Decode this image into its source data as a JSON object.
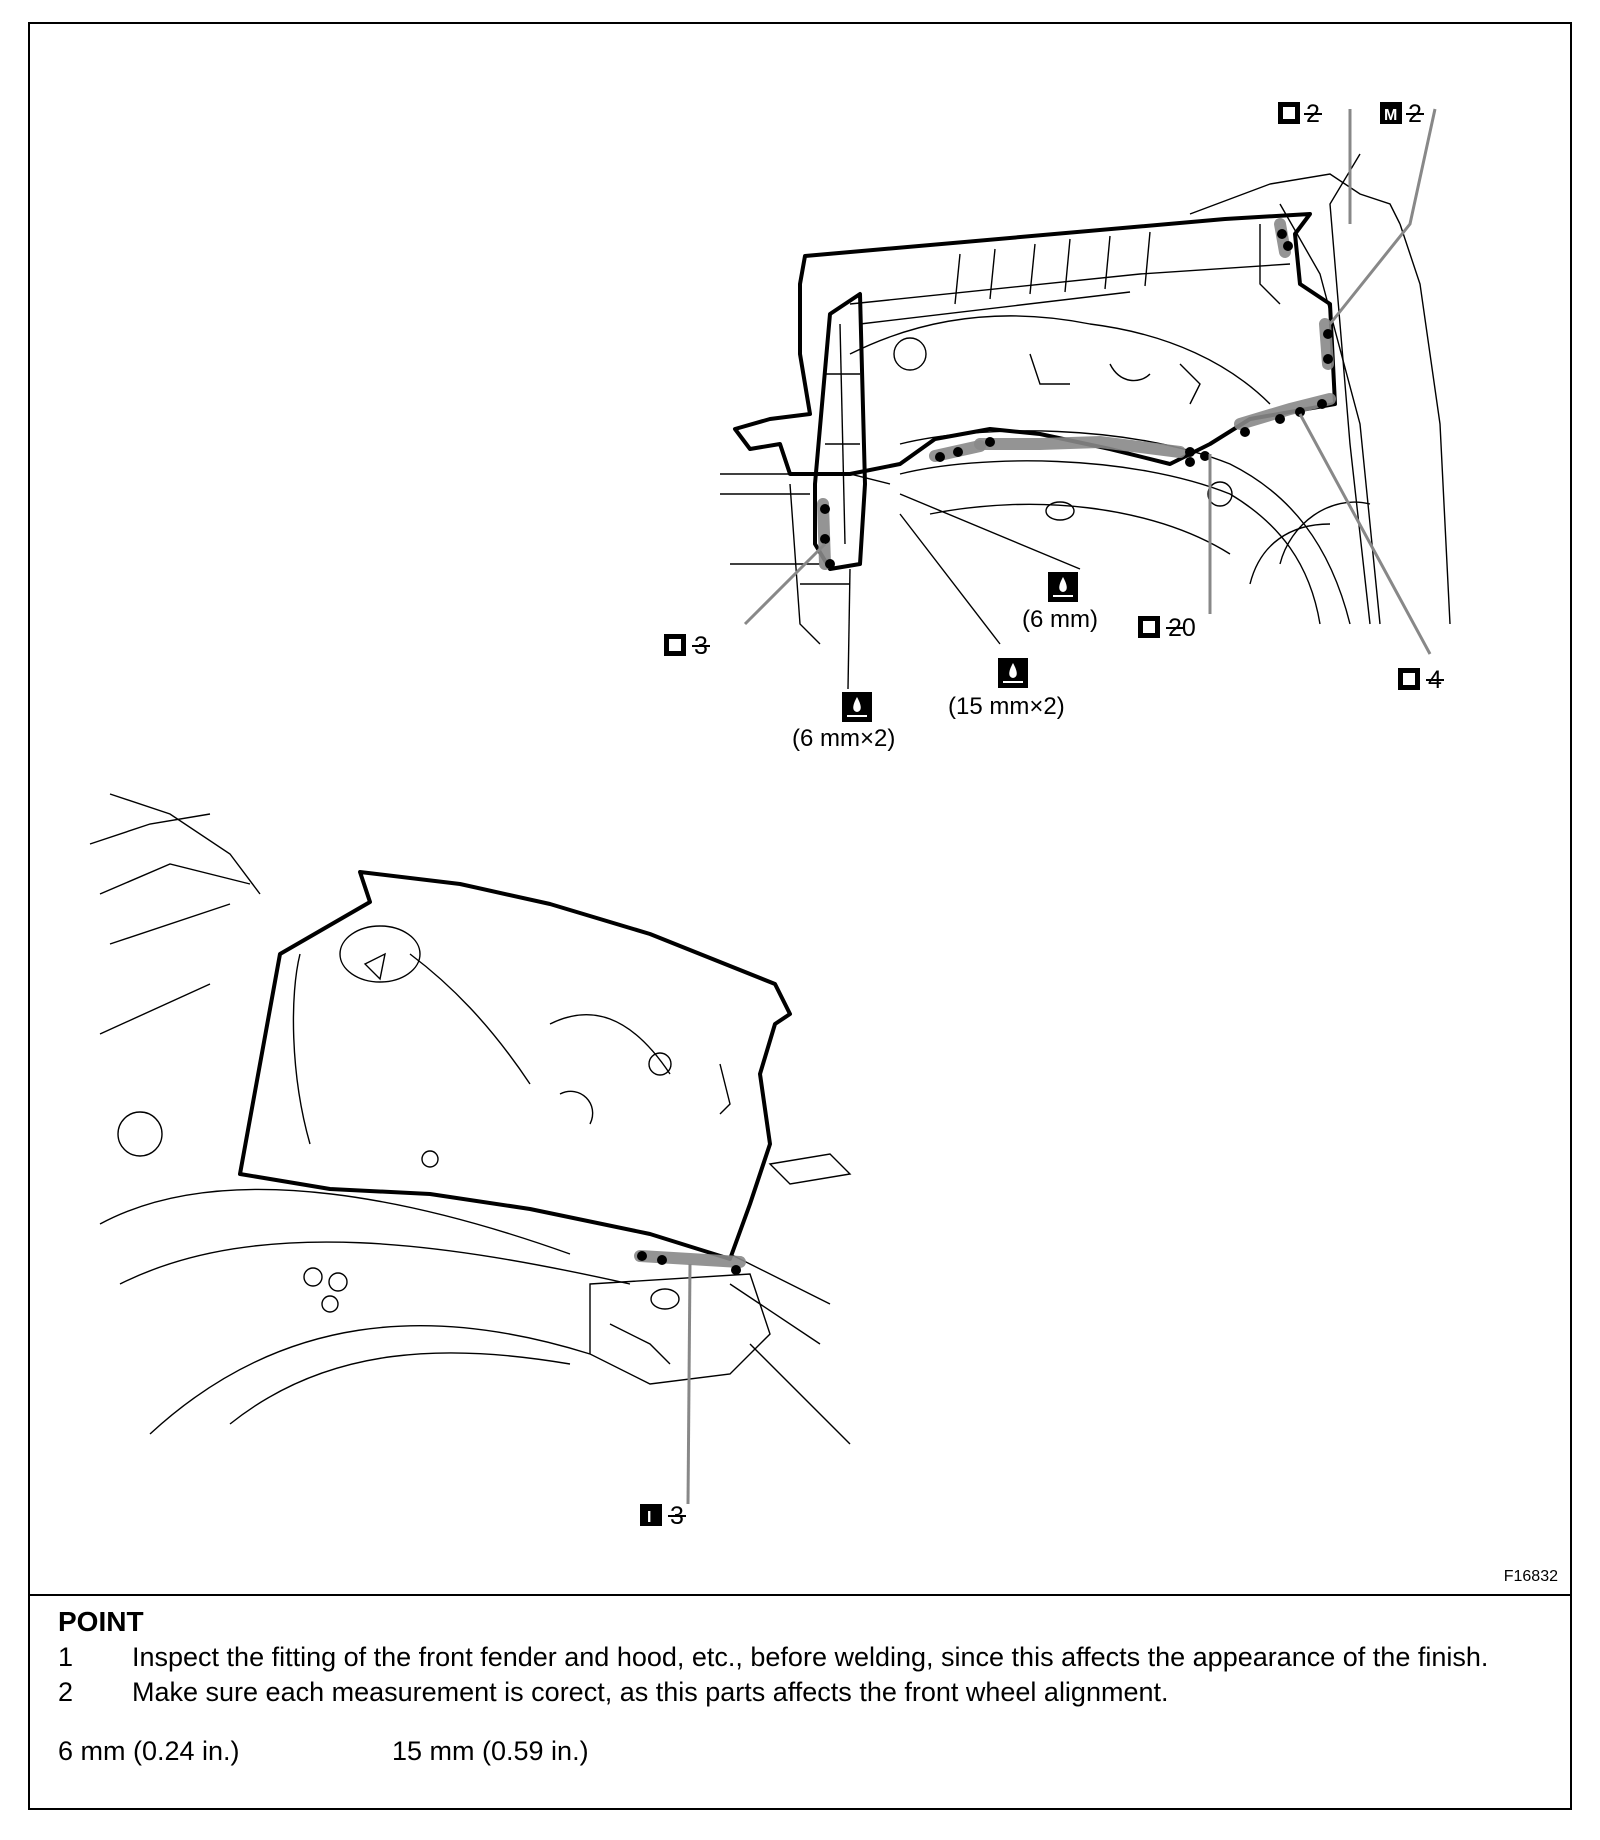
{
  "figure": {
    "code": "F16832",
    "callouts": {
      "o2": {
        "symbol": "O",
        "value": "2"
      },
      "m2": {
        "symbol": "M",
        "value": "2"
      },
      "o3": {
        "symbol": "O",
        "value": "3"
      },
      "o20": {
        "symbol": "O",
        "value": "20"
      },
      "o4": {
        "symbol": "O",
        "value": "4"
      },
      "i3": {
        "symbol": "I",
        "value": "3"
      }
    },
    "sealer_labels": {
      "a": "(6 mm)",
      "b": "(15 mm×2)",
      "c": "(6 mm×2)"
    }
  },
  "notes": {
    "title": "POINT",
    "items": [
      {
        "num": "1",
        "text": "Inspect the fitting of the front fender and hood, etc., before welding, since this affects the appearance of the finish."
      },
      {
        "num": "2",
        "text": "Make sure each measurement is corect, as this parts affects the front wheel alignment."
      }
    ],
    "sizes": [
      "6 mm (0.24 in.)",
      "15 mm (0.59 in.)"
    ]
  }
}
